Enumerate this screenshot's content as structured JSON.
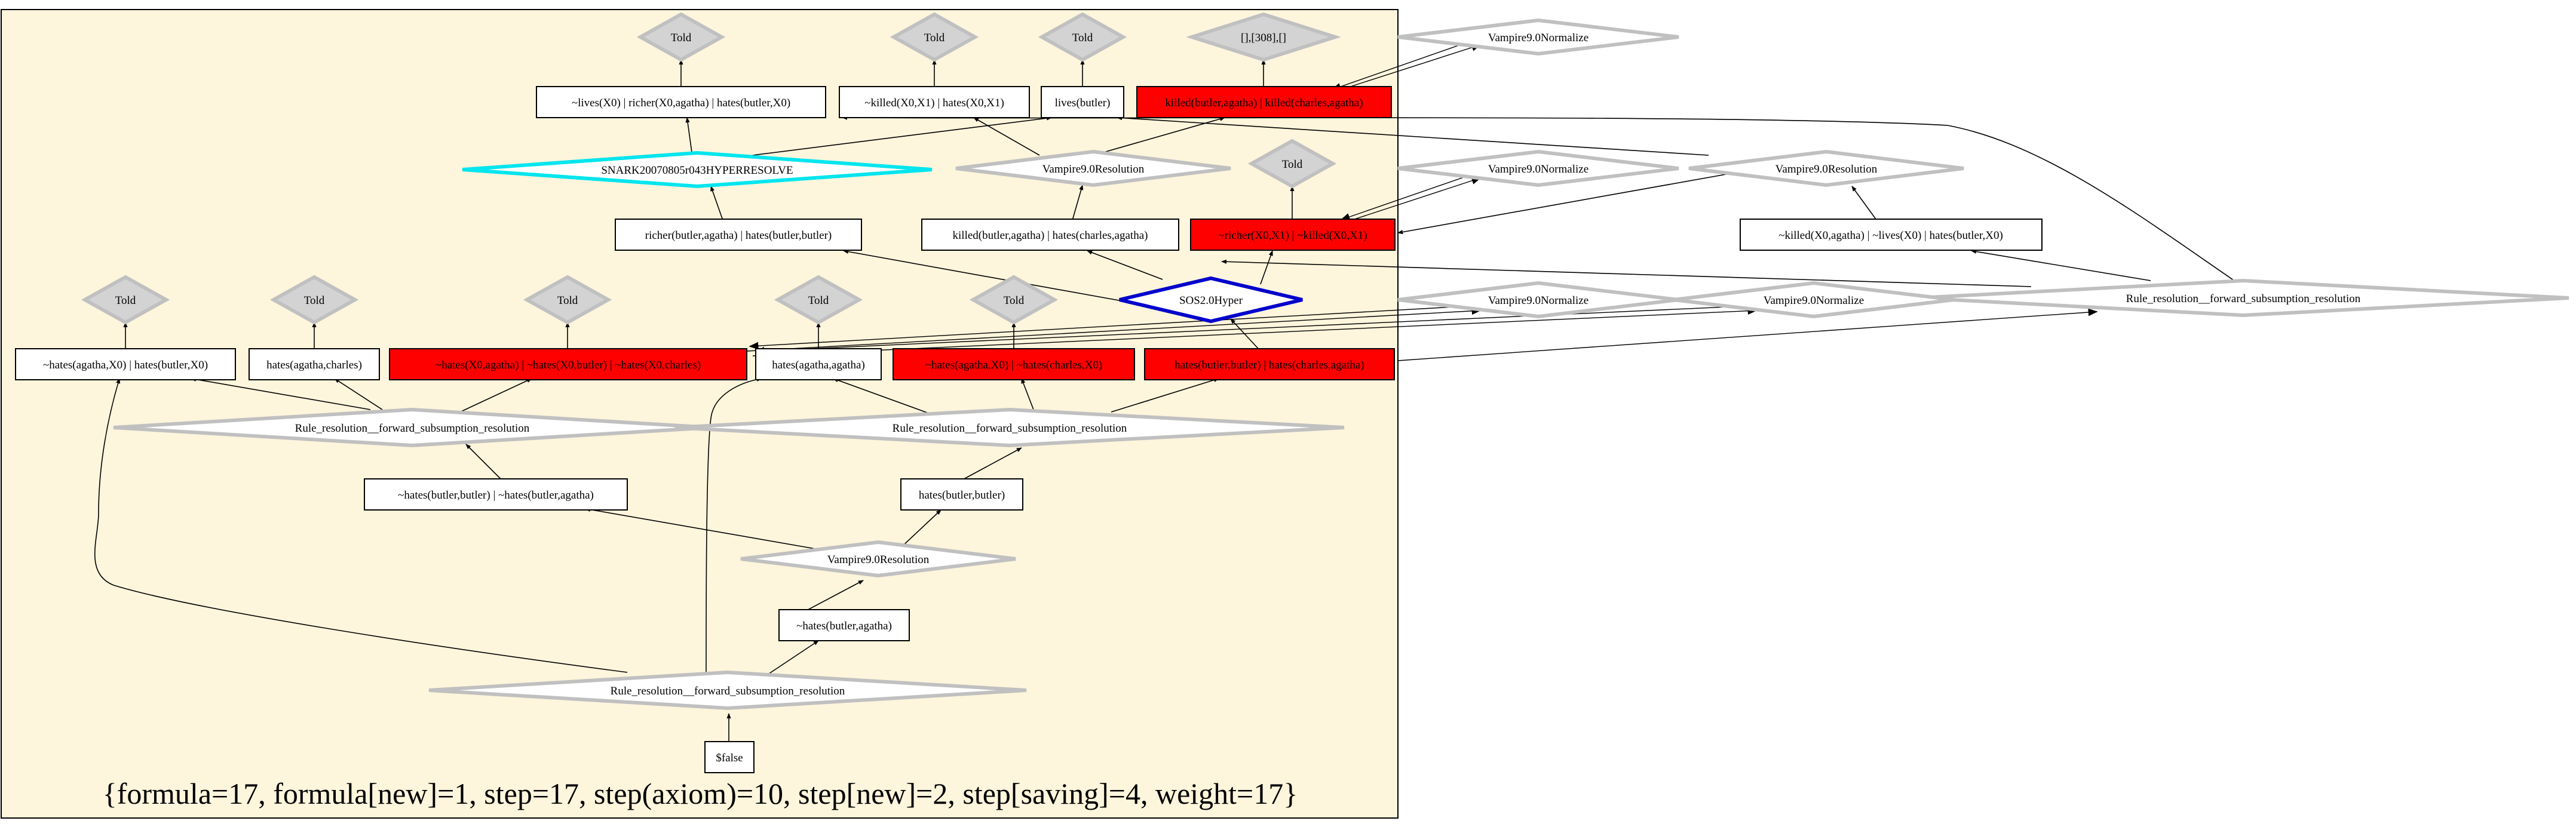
{
  "graph": {
    "stats_caption": "{formula=17, formula[new]=1, step=17, step(axiom)=10, step[new]=2, step[saving]=4, weight=17}",
    "colors": {
      "cluster_fill": "#fdf5dc",
      "node_red": "#ff0000",
      "hyperresolve_stroke": "#00e5ee",
      "sos_stroke": "#0000cc",
      "told_fill": "#d3d3d3",
      "gray_stroke": "#c0c0c0"
    },
    "told": {
      "label": "Told"
    },
    "special_told": {
      "label": "[],[308],[]"
    },
    "clauses": {
      "c1": "~lives(X0) | richer(X0,agatha) | hates(butler,X0)",
      "c2": "~killed(X0,X1) | hates(X0,X1)",
      "c3": "lives(butler)",
      "c4": "killed(butler,agatha) | killed(charles,agatha)",
      "c5": "richer(butler,agatha) | hates(butler,butler)",
      "c6": "killed(butler,agatha) | hates(charles,agatha)",
      "c7": "~richer(X0,X1) | ~killed(X0,X1)",
      "c8": "~killed(X0,agatha) | ~lives(X0) | hates(butler,X0)",
      "c9": "~hates(agatha,X0) | hates(butler,X0)",
      "c10": "hates(agatha,charles)",
      "c11": "~hates(X0,agatha) | ~hates(X0,butler) | ~hates(X0,charles)",
      "c12": "hates(agatha,agatha)",
      "c13": "~hates(agatha,X0) | ~hates(charles,X0)",
      "c14": "hates(butler,butler) | hates(charles,agatha)",
      "c15": "~hates(butler,butler) | ~hates(butler,agatha)",
      "c16": "hates(butler,butler)",
      "c17": "~hates(butler,agatha)",
      "c18": "$false"
    },
    "inferences": {
      "hyperresolve": "SNARK20070805r043HYPERRESOLVE",
      "vres1": "Vampire9.0Resolution",
      "vres2": "Vampire9.0Resolution",
      "vres3": "Vampire9.0Resolution",
      "sos": "SOS2.0Hyper",
      "rr1": "Rule_resolution__forward_subsumption_resolution",
      "rr2": "Rule_resolution__forward_subsumption_resolution",
      "rr3": "Rule_resolution__forward_subsumption_resolution",
      "rr4": "Rule_resolution__forward_subsumption_resolution"
    },
    "normalize": {
      "n1": "Vampire9.0Normalize",
      "n2": "Vampire9.0Normalize",
      "n3": "Vampire9.0Normalize",
      "n4": "Vampire9.0Normalize"
    }
  }
}
